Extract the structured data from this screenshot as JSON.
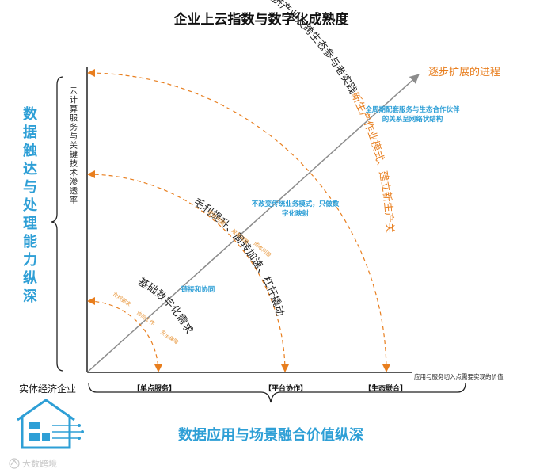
{
  "title": "企业上云指数与数字化成熟度",
  "left_axis_title": "数据触达与处理能力纵深",
  "inner_vertical_label": "云计算服务与关键技术渗透率",
  "bottom_axis_title": "数据应用与场景融合价值纵深",
  "origin_label": "实体经济企业",
  "right_note": "应用与服务切入点需要实现的价值",
  "diagonal_label": "逐步扩展的进程",
  "stages": [
    {
      "label": "【单点服务】"
    },
    {
      "label": "【平台协作】"
    },
    {
      "label": "【生态联合】"
    }
  ],
  "arc_labels": {
    "outer_black": "帮助整个实体经济产业及跨生态参与者实践",
    "outer_orange": "新生产作业模式、建立新生产关系",
    "middle": "毛利提升、周转加速、杠杆撬动",
    "inner": "基础数字化需求"
  },
  "middle_subs": [
    "营收问题",
    "效率问题",
    "成本问题"
  ],
  "inner_subs": [
    "合规要求",
    "协同工作",
    "安全保障"
  ],
  "blue_notes": {
    "outer": [
      "全周期配套服务与生态合作伙伴",
      "的关系呈网络状结构"
    ],
    "middle": [
      "不改变传统业务模式，只做数",
      "字化映射"
    ],
    "inner": "链接和协同"
  },
  "watermark": "大数跨境",
  "colors": {
    "orange": "#e87e1e",
    "blue": "#2e9fd6",
    "axis": "#222222",
    "diagonal": "#8c8c8c"
  }
}
